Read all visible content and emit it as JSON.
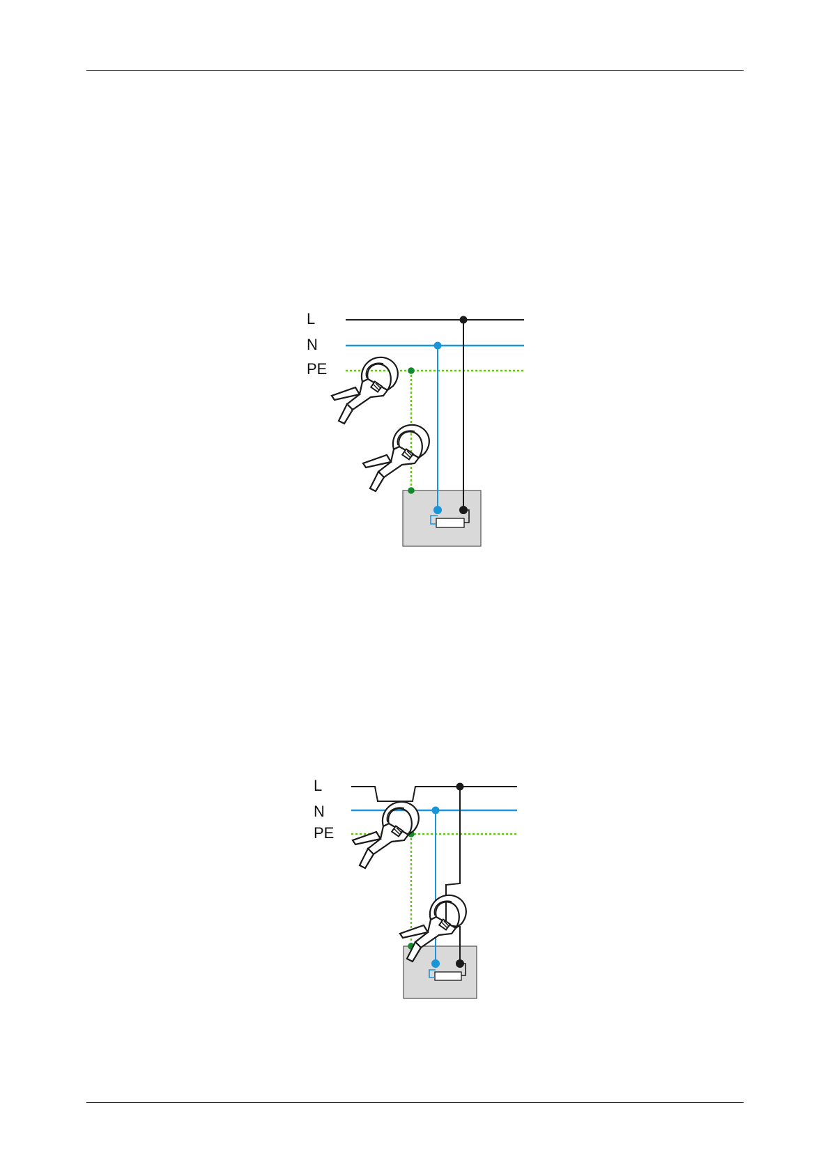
{
  "colors": {
    "line_L": "#1a1a1a",
    "line_N": "#1a96d8",
    "line_PE": "#66c21a",
    "node_PE": "#138a2c",
    "device_fill": "#d9d9d9",
    "clamp_stroke": "#1a1a1a"
  },
  "diagrams": [
    {
      "labels": {
        "L": "L",
        "N": "N",
        "PE": "PE"
      }
    },
    {
      "labels": {
        "L": "L",
        "N": "N",
        "PE": "PE"
      }
    }
  ]
}
